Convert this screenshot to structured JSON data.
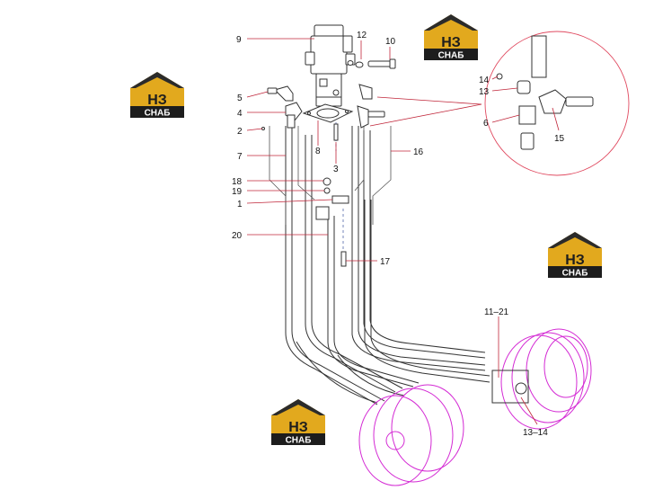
{
  "watermark": {
    "brand_top": "НЗ",
    "brand_bottom": "СНАБ",
    "colors": {
      "gold": "#e2a91e",
      "dark": "#2b2b2b",
      "bar": "#1d1d1d",
      "bar_text": "#ffffff"
    }
  },
  "callouts": {
    "c9": "9",
    "c12": "12",
    "c10": "10",
    "c5": "5",
    "c4": "4",
    "c2": "2",
    "c7": "7",
    "c8": "8",
    "c3": "3",
    "c16": "16",
    "c18": "18",
    "c19": "19",
    "c1": "1",
    "c20": "20",
    "c17": "17",
    "c14": "14",
    "c13": "13",
    "c6": "6",
    "c15": "15",
    "c11_21": "11–21",
    "c13_14": "13–14"
  },
  "colors": {
    "line": "#333333",
    "leader": "#c0263a",
    "motor": "#d42bd4",
    "detail_circle": "#e04a60"
  }
}
